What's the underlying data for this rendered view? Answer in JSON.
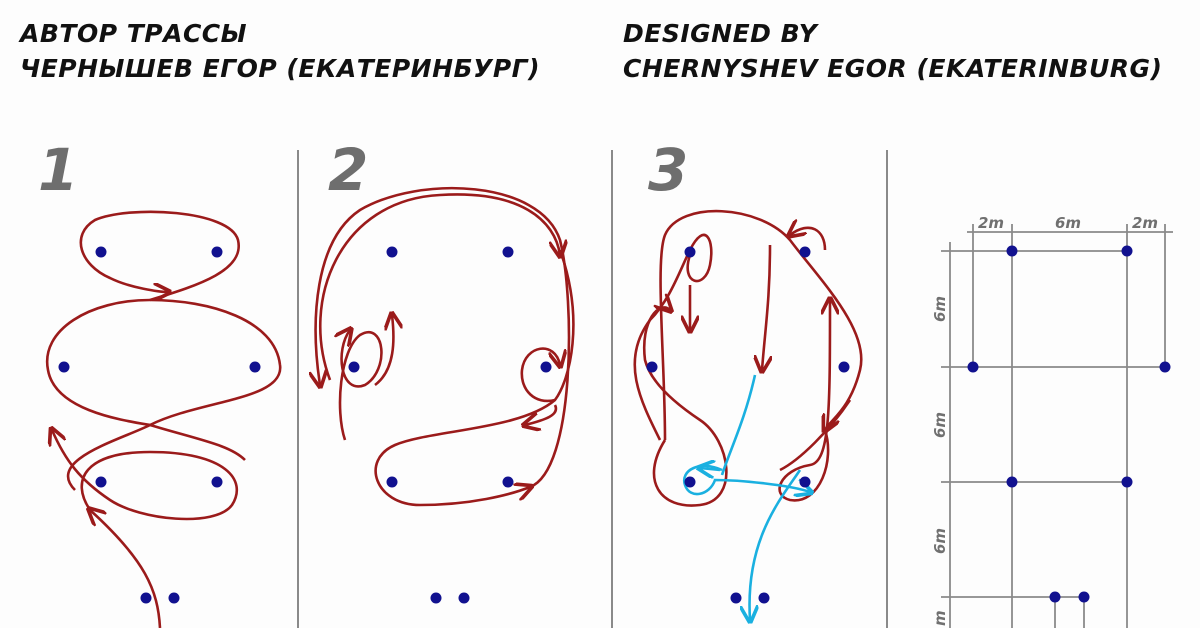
{
  "header": {
    "ru_line1": "АВТОР ТРАССЫ",
    "ru_line2": "ЧЕРНЫШЕВ ЕГОР (ЕКАТЕРИНБУРГ)",
    "en_line1": "DESIGNED BY",
    "en_line2": "CHERNYSHEV EGOR (EKATERINBURG)"
  },
  "panels": [
    {
      "number": "1"
    },
    {
      "number": "2"
    },
    {
      "number": "3"
    }
  ],
  "schematic": {
    "top_dims": [
      "2m",
      "6m",
      "2m"
    ],
    "side_dims": [
      "6m",
      "6m",
      "6m",
      "m"
    ]
  },
  "colors": {
    "route": "#9b1b1b",
    "route_alt": "#1ab0e0",
    "cone": "#11118f",
    "grid": "#8a8a8a"
  }
}
